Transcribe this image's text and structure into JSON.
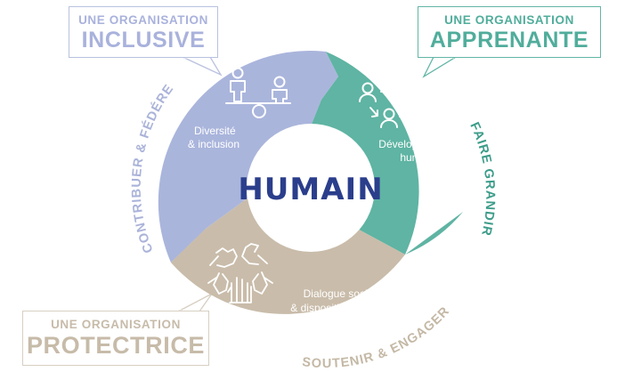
{
  "center": {
    "title": "HUMAIN"
  },
  "segments": {
    "inclusion": {
      "label_line1": "Diversité",
      "label_line2": "& inclusion",
      "arc_label": "CONTRIBUER & FÉDÉRER",
      "color": "#aab5dc",
      "arc_text_color": "#aab3d9"
    },
    "development": {
      "label_line1": "Développement",
      "label_line2": "humain",
      "arc_label": "FAIRE GRANDIR",
      "color": "#5fb4a3",
      "arc_text_color": "#3c9c89"
    },
    "dialogue": {
      "label_line1": "Dialogue social",
      "label_line2": "& dispositifs engagés",
      "arc_label": "SOUTENIR & ENGAGER",
      "color": "#c9bcaa",
      "arc_text_color": "#c4b8a5"
    }
  },
  "callouts": {
    "inclusive": {
      "small": "UNE ORGANISATION",
      "big": "INCLUSIVE"
    },
    "apprenante": {
      "small": "UNE ORGANISATION",
      "big": "APPRENANTE"
    },
    "protectrice": {
      "small": "UNE ORGANISATION",
      "big": "PROTECTRICE"
    }
  },
  "colors": {
    "center_text": "#2b3e8c",
    "icon_stroke": "#ffffff"
  },
  "icons": {
    "inclusion": "seesaw-people-icon",
    "development": "people-growth-icon",
    "dialogue": "hands-together-icon"
  }
}
